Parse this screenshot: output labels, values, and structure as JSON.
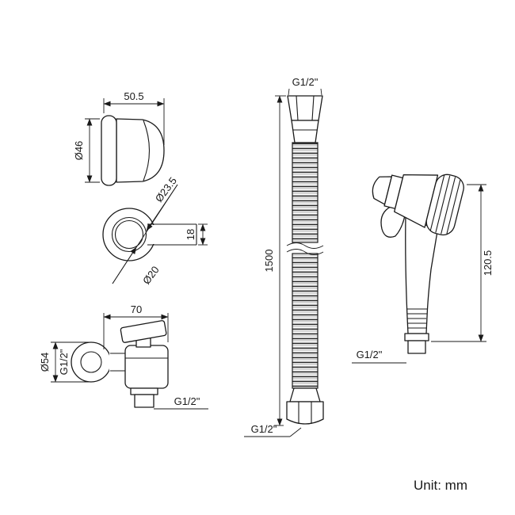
{
  "unit_label": "Unit: mm",
  "line_color": "#1a1a1a",
  "components": {
    "bracket": {
      "width": "50.5",
      "diameter": "Ø46"
    },
    "wall_supply": {
      "outer_diameter": "Ø23.5",
      "depth": "18",
      "inner_diameter": "Ø20"
    },
    "angle_valve": {
      "width": "70",
      "flange_diameter": "Ø54",
      "inlet_thread": "G1/2\"",
      "outlet_thread": "G1/2\""
    },
    "hose": {
      "top_thread": "G1/2\"",
      "length": "1500",
      "bottom_thread": "G1/2\""
    },
    "sprayer": {
      "height": "120.5",
      "thread": "G1/2\""
    }
  }
}
